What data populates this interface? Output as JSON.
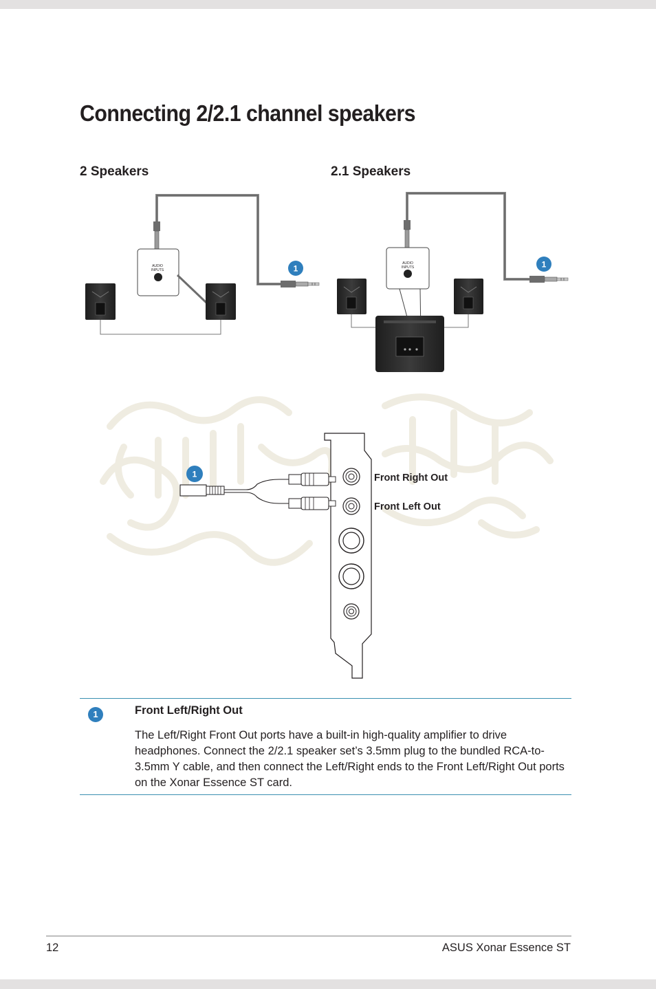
{
  "page": {
    "title": "Connecting 2/2.1 channel speakers",
    "sections": [
      {
        "heading": "2 Speakers"
      },
      {
        "heading": "2.1 Speakers"
      }
    ]
  },
  "diagram": {
    "speaker_box_label": "AUDIO\nINPUTS",
    "speaker_box_label_line1": "AUDIO",
    "speaker_box_label_line2": "INPUTS",
    "callout_number": "1",
    "port_labels": {
      "front_right": "Front Right Out",
      "front_left": "Front Left Out"
    }
  },
  "note": {
    "number": "1",
    "heading": "Front Left/Right Out",
    "body": "The Left/Right Front Out ports have a built-in high-quality amplifier to drive headphones. Connect the 2/2.1 speaker set’s 3.5mm plug to the bundled RCA-to-3.5mm Y cable, and then connect the Left/Right ends to the Front Left/Right Out ports on the Xonar Essence ST card."
  },
  "footer": {
    "page_number": "12",
    "document_name": "ASUS Xonar Essence ST"
  },
  "colors": {
    "accent": "#2f7fbd",
    "rule": "#3a8fb0",
    "speaker": "#2b2b2b",
    "watermark": "#efece1"
  }
}
